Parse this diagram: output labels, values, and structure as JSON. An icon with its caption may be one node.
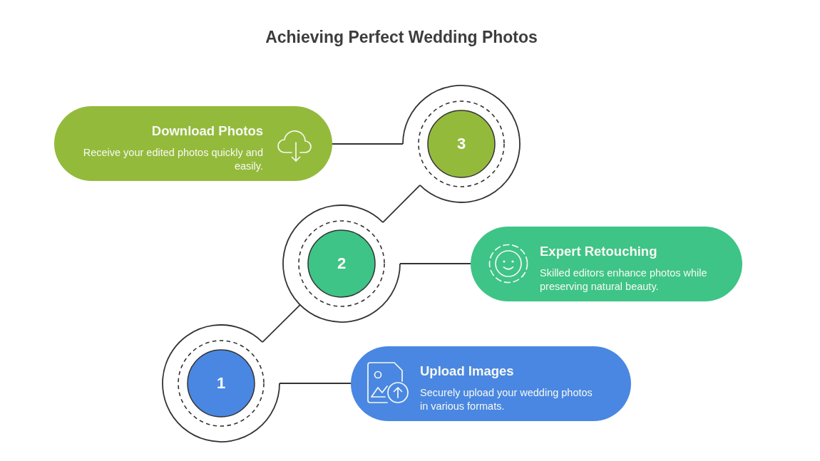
{
  "diagram": {
    "title": "Achieving Perfect Wedding Photos",
    "nodes": [
      {
        "text": [
          "Download Photos",
          "Receive your edited photos quickly and easily."
        ]
      },
      {
        "text": [
          "3"
        ]
      },
      {
        "text": [
          "2"
        ]
      },
      {
        "text": [
          "Expert Retouching",
          "Skilled editors enhance photos while preserving natural beauty."
        ]
      },
      {
        "text": [
          "1"
        ]
      },
      {
        "text": [
          "Upload Images",
          "Securely upload your wedding photos in various formats."
        ]
      }
    ],
    "edges": [
      {
        "from": 4,
        "to": 5,
        "arrow": "none"
      },
      {
        "from": 4,
        "to": 2,
        "arrow": "none"
      },
      {
        "from": 2,
        "to": 3,
        "arrow": "none"
      },
      {
        "from": 2,
        "to": 1,
        "arrow": "none"
      },
      {
        "from": 1,
        "to": 0,
        "arrow": "none"
      }
    ]
  }
}
